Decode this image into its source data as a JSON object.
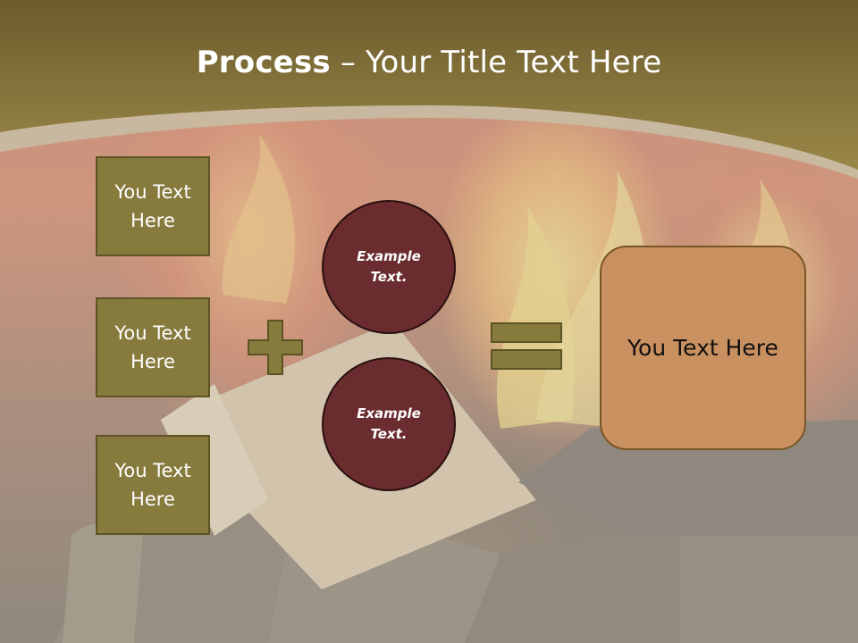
{
  "title": {
    "bold": "Process",
    "rest": " – Your Title Text Here"
  },
  "inputs": [
    {
      "label": "You Text Here"
    },
    {
      "label": "You Text Here"
    },
    {
      "label": "You Text Here"
    }
  ],
  "circles": [
    {
      "label": "Example Text."
    },
    {
      "label": "Example Text."
    }
  ],
  "result": {
    "label": "You Text Here"
  },
  "icons": {
    "plus": "plus-icon",
    "equals": "equals-icon"
  },
  "colors": {
    "header": "#7a6a36",
    "box_fill": "#867a3d",
    "circle_fill": "#6a2c2e",
    "result_fill": "#c99060",
    "symbol_fill": "#867a3d"
  }
}
